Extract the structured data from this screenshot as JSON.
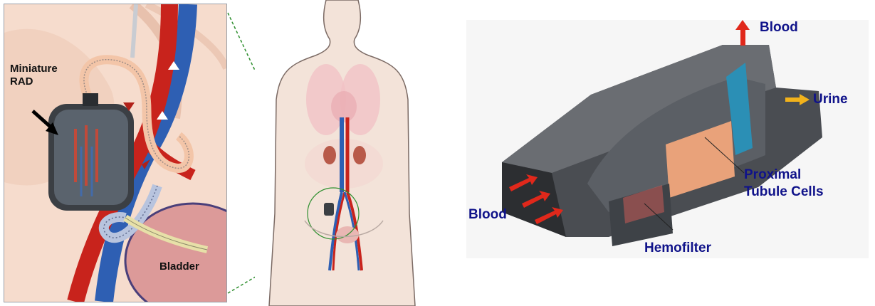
{
  "left_panel": {
    "device_label_line1": "Miniature",
    "device_label_line2": "RAD",
    "bladder_label": "Bladder"
  },
  "right_panel": {
    "blood_out_label": "Blood",
    "urine_label": "Urine",
    "cells_label_line1": "Proximal",
    "cells_label_line2": "Tubule Cells",
    "blood_in_label": "Blood",
    "hemofilter_label": "Hemofilter"
  },
  "colors": {
    "label_navy": "#10138a",
    "artery_red": "#c8231c",
    "vein_blue": "#2e5fb3",
    "urine_arrow": "#f2b21b",
    "device_gray": "#3b3f44",
    "tubule_cells": "#e9a27a"
  }
}
